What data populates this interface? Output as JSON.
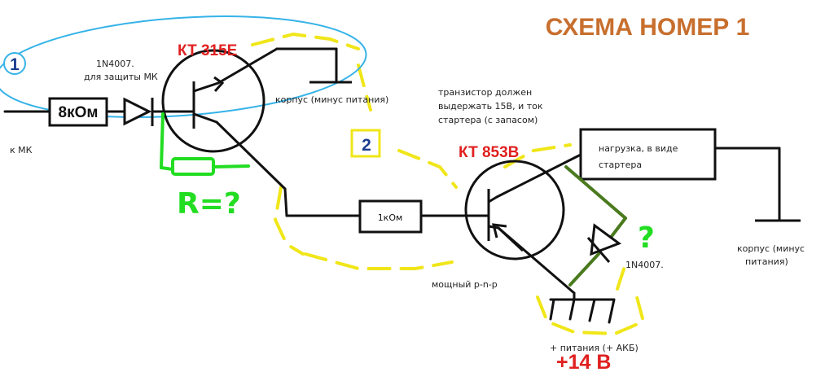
{
  "title": "СХЕМА НОМЕР 1",
  "markers": {
    "m1": "1",
    "m2": "2"
  },
  "input": {
    "label": "к МК",
    "resistor": "8кОм"
  },
  "diode1": {
    "model": "1N4007.",
    "purpose": "для защиты МК"
  },
  "t1": {
    "name": "КТ 315Е",
    "ground": "корпус (минус питания)"
  },
  "t2": {
    "name": "КТ 853В",
    "base_resistor": "1кОм",
    "type": "мощный p-n-p",
    "note": [
      "транзистор должен",
      "выдержать 15В, и ток",
      "стартера (с запасом)"
    ]
  },
  "question": {
    "r": "R=?",
    "q": "?"
  },
  "load": {
    "lines": [
      "нагрузка, в виде",
      "стартера"
    ]
  },
  "diode2": {
    "model": "1N4007."
  },
  "ground2": {
    "lines": [
      "корпус (минус",
      "питания)"
    ]
  },
  "supply": {
    "label": "+ питания (+ АКБ)",
    "voltage": "+14 В"
  },
  "colors": {
    "title": "#c86f2e",
    "transistor_name": "#e02020",
    "marker": "#1c3d8f",
    "hand_green": "#22dd22",
    "dark_green": "#4a7a1e",
    "highlight": "#f0e619",
    "ellipse": "#36b3e8"
  }
}
